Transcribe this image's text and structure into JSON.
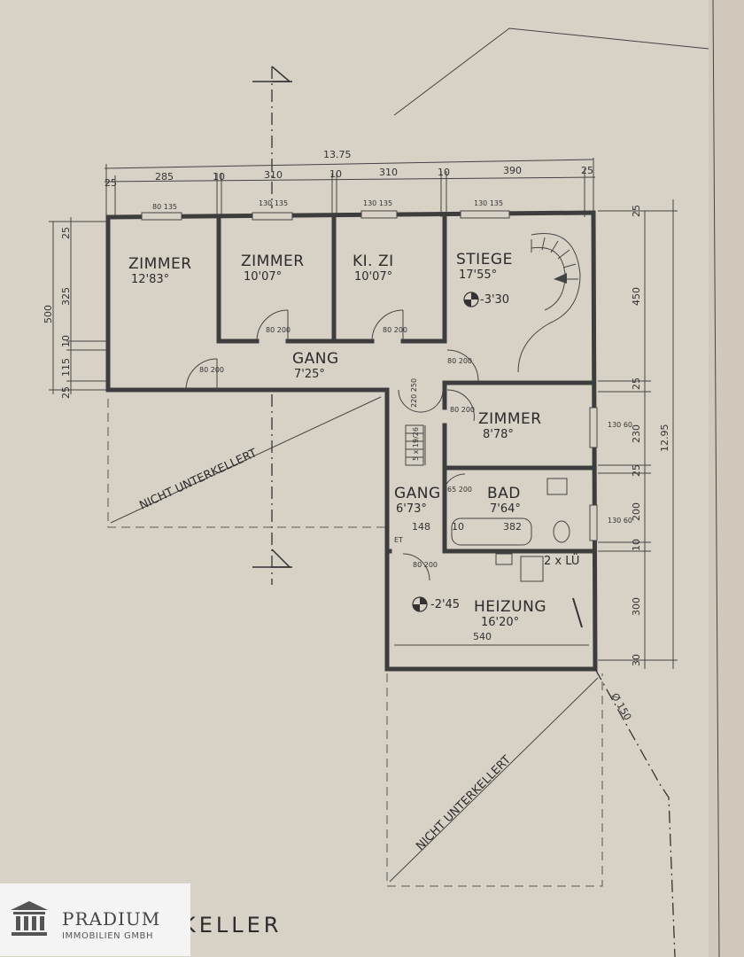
{
  "plan": {
    "title": "KELLER",
    "total_width": "13.75",
    "total_depth": "12.95",
    "top_dims": [
      "25",
      "285",
      "10",
      "310",
      "10",
      "310",
      "10",
      "390",
      "25"
    ],
    "right_dims": [
      "25",
      "450",
      "25",
      "230",
      "25",
      "200",
      "10",
      "300",
      "30"
    ],
    "left_dims": [
      "25",
      "325",
      "10",
      "115",
      "25"
    ],
    "left_total": "500",
    "heizung_width": "540",
    "chimney": "Ø 150"
  },
  "rooms": [
    {
      "name": "ZIMMER",
      "area": "12'83°"
    },
    {
      "name": "ZIMMER",
      "area": "10'07°"
    },
    {
      "name": "KI. ZI",
      "area": "10'07°"
    },
    {
      "name": "STIEGE",
      "area": "17'55°"
    },
    {
      "name": "GANG",
      "area": "7'25°"
    },
    {
      "name": "ZIMMER",
      "area": "8'78°"
    },
    {
      "name": "GANG",
      "area": "6'73°"
    },
    {
      "name": "BAD",
      "area": "7'64°"
    },
    {
      "name": "HEIZUNG",
      "area": "16'20°"
    }
  ],
  "levels": [
    "-3'30",
    "-2'45"
  ],
  "notes": {
    "not_basement": "NICHT UNTERKELLERT",
    "stairs": "5 x 19/26",
    "fixture": "2 x LÜ"
  },
  "door_labels": {
    "d80_200": "80\n200",
    "d220_250": "220 250",
    "d65_200": "65 200",
    "w130_135": "130 135",
    "w80_135": "80 135",
    "w130_60": "130 60",
    "bath_148": "148",
    "bath_382": "382",
    "bath_10": "10",
    "et": "ET"
  },
  "brand": {
    "name": "PRADIUM",
    "tagline": "IMMOBILIEN GMBH"
  }
}
